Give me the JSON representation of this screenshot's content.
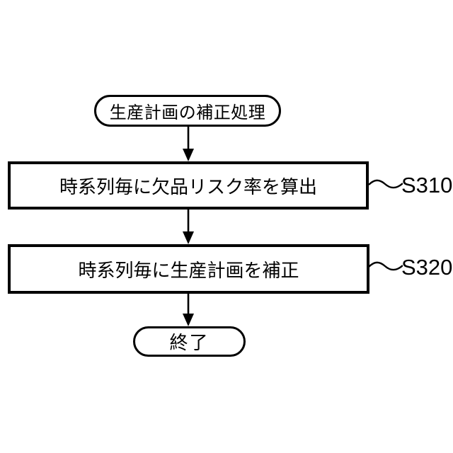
{
  "figure": {
    "start_label": "生産計画の補正処理",
    "steps": [
      {
        "text": "時系列毎に欠品リスク率を算出",
        "ref": "S310"
      },
      {
        "text": "時系列毎に生産計画を補正",
        "ref": "S320"
      }
    ],
    "end_label": "終了"
  },
  "colors": {
    "stroke": "#000000",
    "background": "#ffffff"
  }
}
